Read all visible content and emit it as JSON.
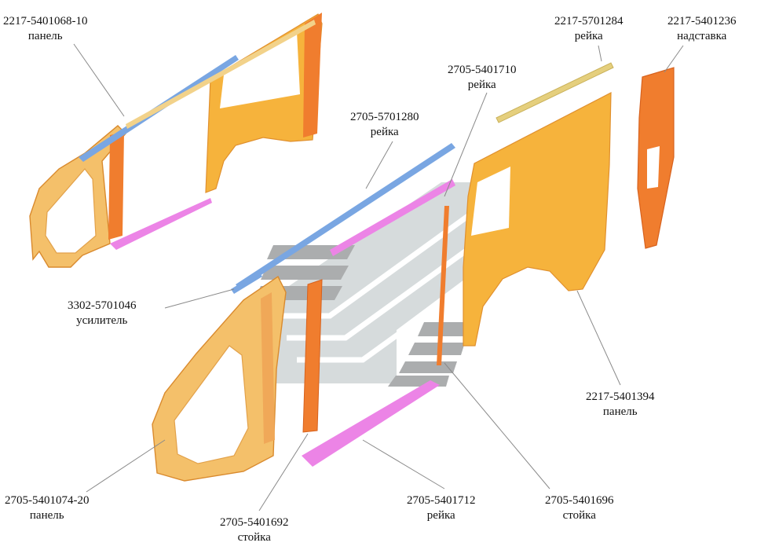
{
  "colors": {
    "orange_panel": "#f6b33c",
    "orange_deep": "#f07d2e",
    "blue_rail": "#79a6e2",
    "pink_rail": "#ec84e6",
    "tan_rail": "#e5cf7d",
    "logo_gray": "#cfd5d6",
    "logo_dark": "#9d9fa1"
  },
  "watermark": {
    "kind": "logo",
    "name": "gaz-deer-logo"
  },
  "callouts": [
    {
      "part_no": "2217-5401068-10",
      "name": "панель"
    },
    {
      "part_no": "2217-5701284",
      "name": "рейка"
    },
    {
      "part_no": "2217-5401236",
      "name": "надставка"
    },
    {
      "part_no": "2705-5401710",
      "name": "рейка"
    },
    {
      "part_no": "2705-5701280",
      "name": "рейка"
    },
    {
      "part_no": "3302-5701046",
      "name": "усилитель"
    },
    {
      "part_no": "2217-5401394",
      "name": "панель"
    },
    {
      "part_no": "2705-5401074-20",
      "name": "панель"
    },
    {
      "part_no": "2705-5401692",
      "name": "стойка"
    },
    {
      "part_no": "2705-5401712",
      "name": "рейка"
    },
    {
      "part_no": "2705-5401696",
      "name": "стойка"
    }
  ]
}
